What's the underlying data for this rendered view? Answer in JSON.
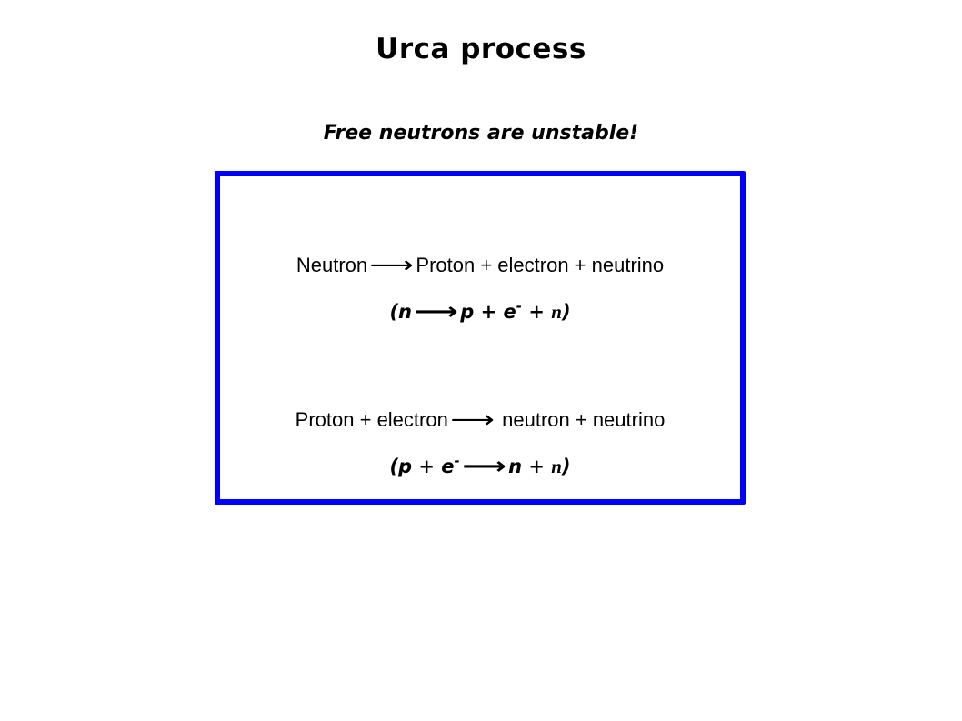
{
  "slide": {
    "title": "Urca process",
    "subtitle": "Free neutrons are unstable!"
  },
  "box": {
    "border_color": "#0000ff",
    "decay": {
      "text_left": "Neutron",
      "text_right": "Proton + electron + neutrino",
      "formula_open": "(n",
      "formula_mid": "p + e",
      "formula_sup": "-",
      "formula_plus": " + ",
      "formula_nu": "n",
      "formula_close": ")"
    },
    "capture": {
      "text_left": "Proton + electron",
      "text_right": "neutron + neutrino",
      "formula_open": "(p + e",
      "formula_sup": "-",
      "formula_mid": "n + ",
      "formula_nu": "n",
      "formula_close": ")"
    },
    "arrow_glyph": "⟶"
  }
}
